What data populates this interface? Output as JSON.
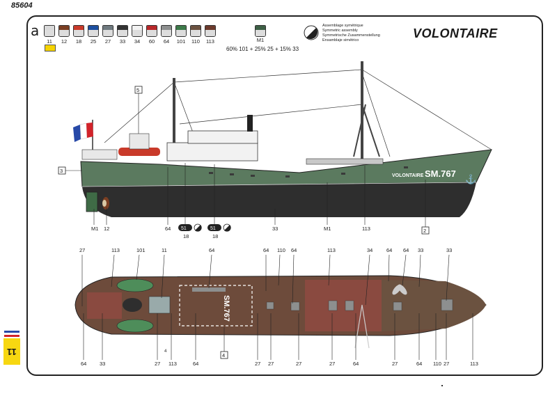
{
  "kit_number": "85604",
  "step_symbol": "a",
  "paints": [
    {
      "code": "11",
      "cap": "#d9d9d9",
      "jar": "#e0e0e0"
    },
    {
      "code": "12",
      "cap": "#7a3e22",
      "jar": "#e0e0e0"
    },
    {
      "code": "18",
      "cap": "#c93a2a",
      "jar": "#e0e0e0"
    },
    {
      "code": "25",
      "cap": "#1d4fa0",
      "jar": "#e0e0e0"
    },
    {
      "code": "27",
      "cap": "#6f7a80",
      "jar": "#e0e0e0"
    },
    {
      "code": "33",
      "cap": "#333333",
      "jar": "#e0e0e0"
    },
    {
      "code": "34",
      "cap": "#f2f2f2",
      "jar": "#e0e0e0"
    },
    {
      "code": "60",
      "cap": "#b8282a",
      "jar": "#e0e0e0"
    },
    {
      "code": "64",
      "cap": "#8d8f8f",
      "jar": "#e0e0e0"
    },
    {
      "code": "101",
      "cap": "#3d7a4a",
      "jar": "#e0e0e0"
    },
    {
      "code": "110",
      "cap": "#6b5240",
      "jar": "#e0e0e0"
    },
    {
      "code": "113",
      "cap": "#6c3a2c",
      "jar": "#e0e0e0"
    }
  ],
  "mix": {
    "label": "M1",
    "cap": "#3d5f45",
    "formula": "60% 101 + 25% 25 + 15% 33"
  },
  "symmetric_assembly": [
    "Assemblage symétrique",
    "Symmetric assembly",
    "Symmetrische Zusammenstellung",
    "Ensamblaje simétrico"
  ],
  "ship_title": "VOLONTAIRE",
  "hull_name": "VOLONTAIRE",
  "hull_number": "SM.767",
  "deck_marking": "SM.767",
  "page_number": "11",
  "colors": {
    "hull_green": "#5b7a5f",
    "hull_black": "#2e2e2e",
    "deck_brown": "#6d4b3b",
    "deck_red": "#8a4a40",
    "boot": "#3a3a3a",
    "lifeboat": "#4e8d5a"
  },
  "side_callouts": {
    "boxes": [
      "5",
      "3",
      "2"
    ],
    "decal_51_a": {
      "decal": "51",
      "paint": "18"
    },
    "decal_51_b": {
      "decal": "51",
      "paint": "18"
    },
    "bottom": [
      "M1",
      "12",
      "64",
      "33",
      "M1",
      "113"
    ]
  },
  "top_callouts": {
    "upper": [
      "27",
      "113",
      "101",
      "11",
      "64",
      "64",
      "110",
      "64",
      "113",
      "34",
      "64",
      "64",
      "33",
      "33"
    ],
    "lower": [
      "64",
      "33",
      "27",
      "113",
      "64",
      "27",
      "27",
      "27",
      "27",
      "64",
      "27",
      "64",
      "110",
      "27",
      "113"
    ],
    "box": "4",
    "small": "4"
  }
}
